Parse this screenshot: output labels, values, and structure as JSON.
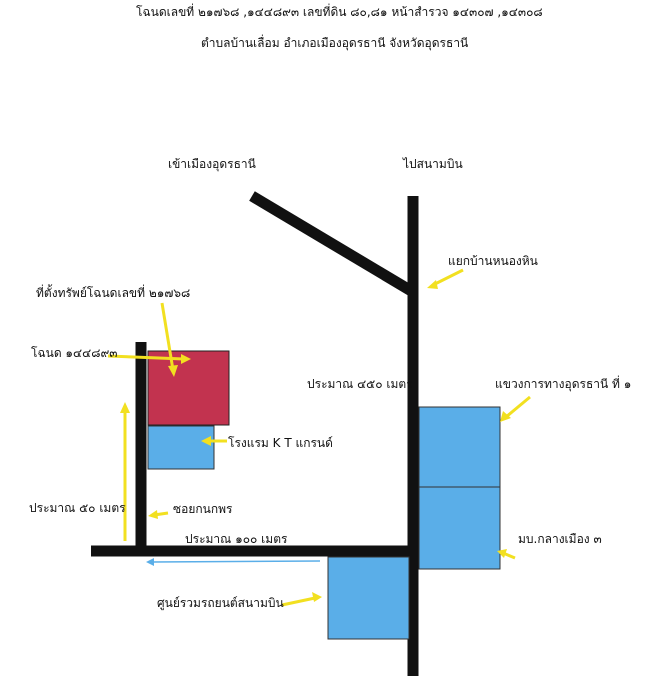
{
  "header": {
    "line1": "โฉนดเลขที่ ๒๑๗๖๘ ,๑๔๔๘๙๓ เลขที่ดิน ๘๐,๘๑ หน้าสำรวจ ๑๔๓๐๗ ,๑๔๓๐๘",
    "line2": "ตำบลบ้านเลื่อม อำเภอเมืองอุดรธานี  จังหวัดอุดรธานี"
  },
  "labels": {
    "to_city": "เข้าเมืองอุดรธานี",
    "to_airport": "ไปสนามบิน",
    "junction": "แยกบ้านหนองหิน",
    "property_location": "ที่ตั้งทรัพย์โฉนดเลขที่ ๒๑๗๖๘",
    "deed": "โฉนด ๑๔๔๘๙๓",
    "dist_450": "ประมาณ ๔๕๐ เมตร",
    "highway_office": "แขวงการทางอุดรธานี ที่ ๑",
    "hotel": "โรงแรม K T แกรนด์",
    "dist_50": "ประมาณ ๕๐ เมตร",
    "soi": "ซอยกนกพร",
    "village": "มบ.กลางเมือง ๓",
    "dist_100": "ประมาณ ๑๐๐ เมตร",
    "car_center": "ศูนย์รวมรถยนต์สนามบิน"
  },
  "colors": {
    "road": "#111111",
    "building": "#5aaee8",
    "property": "#c2334f",
    "arrow": "#f2e020",
    "route": "#5aaee8"
  }
}
